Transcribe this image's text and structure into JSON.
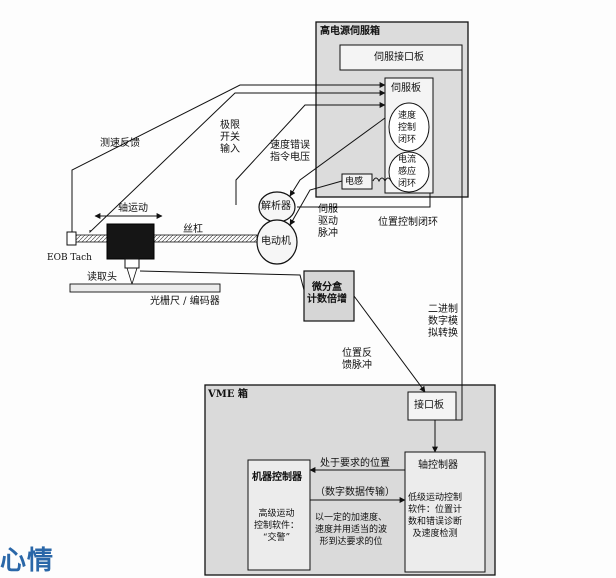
{
  "hv_box": {
    "title": "高电源伺服箱",
    "interface_board": "伺服接口板",
    "servo_board": "伺服板",
    "speed_loop": "速度\n控制\n闭环",
    "current_loop": "电流\n感应\n闭环",
    "inductor": "电感"
  },
  "labels": {
    "speed_feedback": "测速反馈",
    "limit_switch": "极限\n开关\n输入",
    "speed_error": "速度错误\n指令电压",
    "resolver": "解析器",
    "motor": "电动机",
    "servo_drive": "伺服\n驱动\n脉冲",
    "position_loop": "位置控制闭环",
    "axis_motion": "轴运动",
    "lead_screw": "丝杠",
    "eob_tach": "EOB Tach",
    "read_head": "读取头",
    "scale": "光栅尺 / 编码器",
    "interpolator": "微分盒\n计数倍增",
    "dac": "二进制\n数字模\n拟转换",
    "position_pulse": "位置反\n馈脉冲"
  },
  "vme_box": {
    "title": "VME 箱",
    "interface_board": "接口板",
    "axis_controller": "轴控制器",
    "axis_desc": "低级运动控制\n软件：位置计\n数和错误诊断\n及速度检测",
    "machine_controller": "机器控制器",
    "machine_desc": "高级运动\n控制软件：\n“交警”",
    "position_req": "处于要求的位置",
    "digital_data": "（数字数据传输）",
    "motion_desc": "以一定的加速度、\n速度并用适当的波\n形到达要求的位"
  },
  "watermark": "心情"
}
